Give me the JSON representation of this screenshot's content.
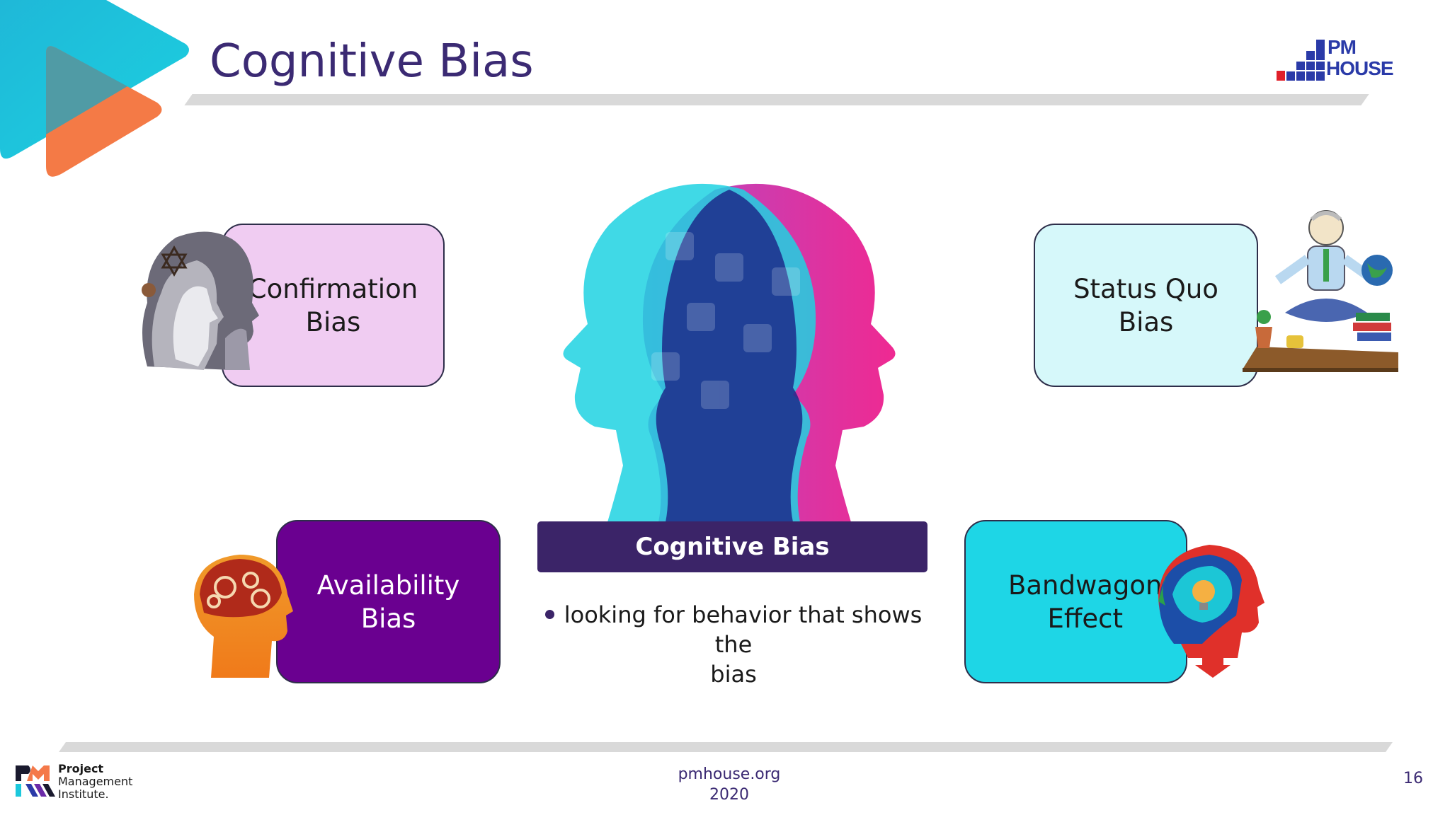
{
  "slide": {
    "title": "Cognitive Bias",
    "brand_logo_text": [
      "PM",
      "HOUSE"
    ],
    "center_label": "Cognitive Bias",
    "bullet": [
      "looking for behavior that shows the",
      "bias"
    ],
    "footer_site": "pmhouse.org",
    "footer_year": "2020",
    "page_number": "16",
    "pmi_logo_text": [
      "Project",
      "Management",
      "Institute."
    ]
  },
  "boxes": {
    "confirmation": [
      "Confirmation",
      "Bias"
    ],
    "status_quo": [
      "Status Quo",
      "Bias"
    ],
    "availability": [
      "Availability",
      "Bias"
    ],
    "bandwagon": [
      "Bandwagon",
      "Effect"
    ]
  },
  "colors": {
    "title": "#3b2a73",
    "confirmation_box": "#f0ccf2",
    "status_quo_box": "#d6f8fa",
    "availability_box": "#6a0090",
    "bandwagon_box": "#1ed6e6",
    "center_bar": "#3b2468",
    "accent_teal": "#1cc8dc",
    "accent_orange": "#f4794a",
    "accent_magenta": "#ec1c8a"
  },
  "icons": [
    "play-triangle-decoration",
    "pm-house-logo",
    "religion-head-image",
    "meditating-man-image",
    "brain-gears-head-image",
    "twin-heads-puzzle-image",
    "lightbulb-head-image",
    "pmi-logo"
  ]
}
